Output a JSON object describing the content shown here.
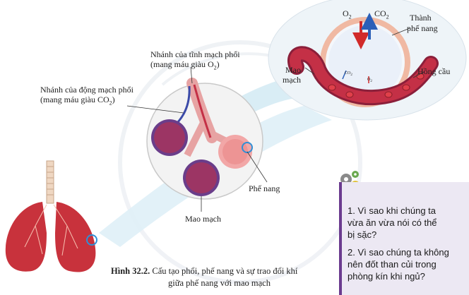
{
  "figure": {
    "label_vein": "Nhánh của tĩnh mạch phổi",
    "label_vein_sub": "(mang máu giàu O",
    "label_vein_sub_end": ")",
    "label_artery": "Nhánh của động mạch phổi",
    "label_artery_sub": "(mang máu giàu CO",
    "label_artery_sub_end": ")",
    "label_alveolus": "Phế nang",
    "label_capillary": "Mao mạch",
    "inset_o2": "O",
    "inset_co2": "CO",
    "inset_wall_1": "Thành",
    "inset_wall_2": "phế nang",
    "inset_capillary_1": "Mao",
    "inset_capillary_2": "mạch",
    "inset_rbc": "Hồng cầu",
    "small_co2": "CO",
    "small_o2": "O",
    "sub2": "2"
  },
  "caption": {
    "number": "Hình 32.2.",
    "text": "Cấu tạo phổi, phế nang và sự trao đổi khí",
    "text2": "giữa phế nang với mao mạch"
  },
  "questions": [
    {
      "line1": "1. Vì sao khi chúng ta",
      "line2": "vừa ăn vừa nói có thể",
      "line3": "bị sặc?"
    },
    {
      "line1": "2. Vì sao chúng ta không",
      "line2": "nên đốt than củi trong",
      "line3": "phòng kín khi ngủ?"
    }
  ],
  "colors": {
    "accent": "#6b3b8f",
    "lung": "#c8323c",
    "blood_red": "#d12a2a",
    "deoxygenated": "#3b4aa8",
    "highlight_circle": "#2f8fd6"
  }
}
